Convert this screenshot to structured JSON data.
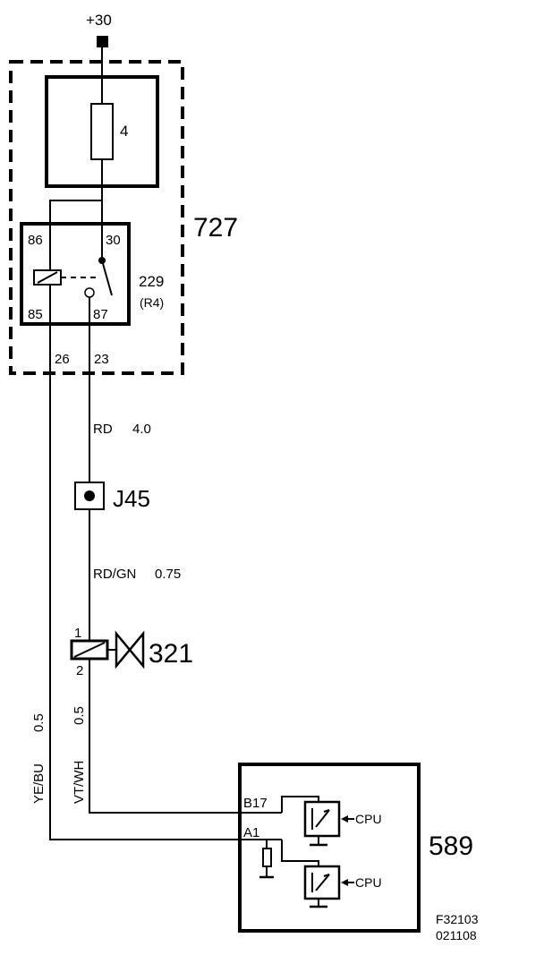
{
  "supply": {
    "label": "+30"
  },
  "fuse": {
    "number": "4"
  },
  "fuse_box": {
    "id": "727"
  },
  "relay": {
    "id": "229",
    "sub_id": "(R4)",
    "terminals": {
      "t86": "86",
      "t30": "30",
      "t85": "85",
      "t87": "87"
    }
  },
  "connector_pins": {
    "pin26": "26",
    "pin23": "23"
  },
  "wires": {
    "main": {
      "color": "RD",
      "size": "4.0"
    },
    "to_valve": {
      "color": "RD/GN",
      "size": "0.75"
    },
    "valve_return": {
      "color": "VT/WH",
      "size": "0.5"
    },
    "relay_control": {
      "color": "YE/BU",
      "size": "0.5"
    }
  },
  "junction": {
    "id": "J45"
  },
  "valve": {
    "id": "321",
    "pin1": "1",
    "pin2": "2"
  },
  "ecu": {
    "id": "589",
    "pin_b17": "B17",
    "pin_a1": "A1",
    "cpu_label_1": "CPU",
    "cpu_label_2": "CPU"
  },
  "footer": {
    "figure_code": "F32103",
    "date_code": "021108"
  }
}
